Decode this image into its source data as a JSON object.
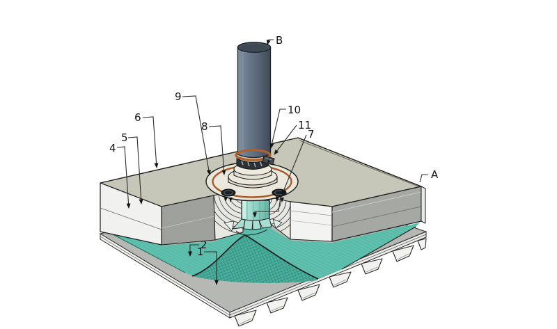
{
  "figure": {
    "labels": [
      {
        "id": "4",
        "text": "4"
      },
      {
        "id": "5",
        "text": "5"
      },
      {
        "id": "6",
        "text": "6"
      },
      {
        "id": "9",
        "text": "9"
      },
      {
        "id": "8",
        "text": "8"
      },
      {
        "id": "10",
        "text": "10"
      },
      {
        "id": "11",
        "text": "11"
      },
      {
        "id": "7",
        "text": "7"
      },
      {
        "id": "A",
        "text": "A"
      },
      {
        "id": "B",
        "text": "B"
      },
      {
        "id": "1",
        "text": "1"
      },
      {
        "id": "2",
        "text": "2"
      }
    ],
    "palette": {
      "roof_top": "#c6c7b8",
      "face_white": "#f1f1ef",
      "face_gray": "#a6a8a3",
      "notch_gray": "#9da09b",
      "cut_face": "#e8e8e3",
      "deck_gray": "#b6b8b3",
      "membrane_teal": "#5fc0ae",
      "mound_teal": "#4db09e",
      "flange_cream": "#eae8dd",
      "seal_orange": "#a85a28",
      "pipe_slate": "#5c6c7c",
      "label_color": "#141414"
    }
  }
}
